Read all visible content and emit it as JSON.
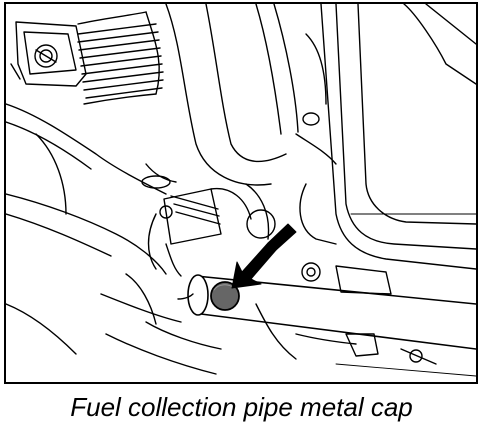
{
  "figure": {
    "caption": "Fuel collection pipe metal cap",
    "callout": {
      "type": "arrow",
      "target": "metal-cap",
      "arrow_color": "#000000",
      "cap_color": "#666666"
    }
  }
}
